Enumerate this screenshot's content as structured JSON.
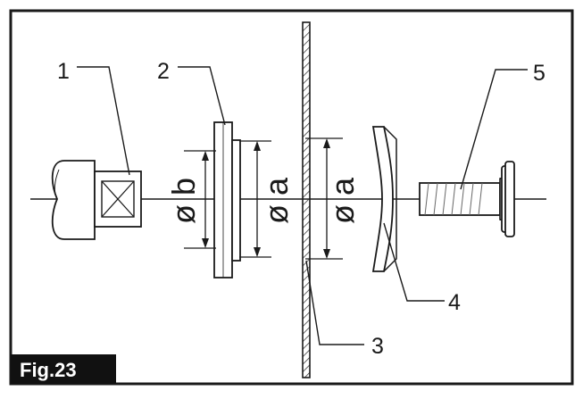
{
  "figure": {
    "label": "Fig.23",
    "callouts": {
      "c1": "1",
      "c2": "2",
      "c3": "3",
      "c4": "4",
      "c5": "5"
    },
    "dimensions": {
      "b": "ø b",
      "a_flange": "ø a",
      "a_disc": "ø a"
    }
  }
}
